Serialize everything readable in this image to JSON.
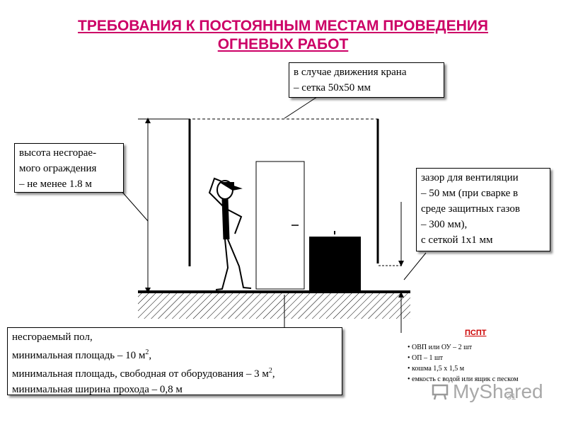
{
  "title": {
    "line1": "ТРЕБОВАНИЯ К ПОСТОЯННЫМ МЕСТАМ ПРОВЕДЕНИЯ",
    "line2": "ОГНЕВЫХ РАБОТ"
  },
  "callouts": {
    "crane": [
      "в случае движения крана",
      "– сетка 50x50 мм"
    ],
    "height": [
      "высота несгорае-",
      "мого ограждения",
      "– не менее 1.8 м"
    ],
    "gap": [
      "зазор для вентиляции",
      "– 50 мм (при сварке в",
      "среде защитных газов",
      "– 300 мм),",
      "с сеткой 1x1 мм"
    ],
    "floor": {
      "line1": "несгораемый пол,",
      "line2": "минимальная площадь – 10 м",
      "line2_sup": "2",
      "line2_end": ",",
      "line3": "минимальная площадь, свободная от оборудования – 3 м",
      "line3_sup": "2",
      "line3_end": ",",
      "line4": "минимальная ширина прохода – 0,8 м"
    }
  },
  "pspt": {
    "title": "ПСПТ",
    "items": [
      "ОВП или ОУ – 2 шт",
      "ОП – 1 шт",
      "кошма 1,5 х 1,5 м",
      "емкость с водой или ящик с песком"
    ]
  },
  "watermark": {
    "text": "MyShared",
    "page_number": "31"
  },
  "colors": {
    "title": "#cc0066",
    "pspt_title": "#cc0000"
  }
}
